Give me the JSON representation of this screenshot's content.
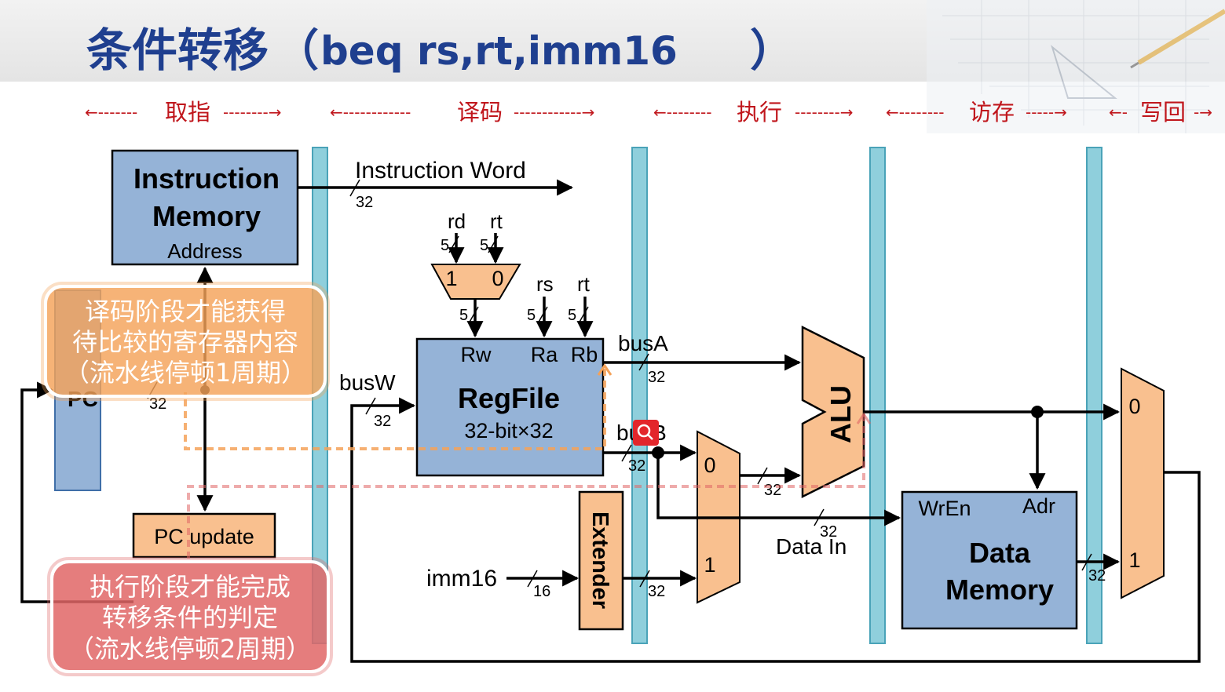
{
  "title": {
    "cn": "条件转移",
    "open": "（",
    "code": "beq rs,rt,imm16",
    "close": "）"
  },
  "stages": [
    {
      "label": "取指",
      "left_arrow": "←-------",
      "right_arrow": "--------→"
    },
    {
      "label": "译码",
      "left_arrow": "←------------",
      "right_arrow": "------------→"
    },
    {
      "label": "执行",
      "left_arrow": "←--------",
      "right_arrow": "--------→"
    },
    {
      "label": "访存",
      "left_arrow": "←--------",
      "right_arrow": "-----→"
    },
    {
      "label": "写回",
      "left_arrow": "←-",
      "right_arrow": "-→"
    }
  ],
  "blocks": {
    "imem": {
      "line1": "Instruction",
      "line2": "Memory",
      "address": "Address"
    },
    "pc": {
      "label": "PC"
    },
    "pc_update": {
      "label": "PC update"
    },
    "regfile": {
      "title": "RegFile",
      "size": "32-bit×32",
      "rw": "Rw",
      "ra": "Ra",
      "rb": "Rb"
    },
    "extender": {
      "label": "Extender"
    },
    "alu": {
      "label": "ALU"
    },
    "dmem": {
      "line1": "Data",
      "line2": "Memory",
      "wren": "WrEn",
      "adr": "Adr"
    },
    "mux_regdst": {
      "in1": "1",
      "in0": "0"
    },
    "mux_alusrc": {
      "in0": "0",
      "in1": "1"
    },
    "mux_memtoreg": {
      "in0": "0",
      "in1": "1"
    }
  },
  "signals": {
    "instruction_word": "Instruction Word",
    "rd": "rd",
    "rt": "rt",
    "rs": "rs",
    "rt2": "rt",
    "busA": "busA",
    "busB": "busB",
    "busW": "busW",
    "imm16": "imm16",
    "data_in": "Data In"
  },
  "widths": {
    "w32": "32",
    "w5": "5",
    "w16": "16"
  },
  "callouts": {
    "decode": {
      "line1": "译码阶段才能获得",
      "line2": "待比较的寄存器内容",
      "line3": "（流水线停顿1周期）"
    },
    "execute": {
      "line1": "执行阶段才能完成",
      "line2": "转移条件的判定",
      "line3": "（流水线停顿2周期）"
    }
  },
  "colors": {
    "title": "#1f3f8f",
    "stage_label": "#c0161c",
    "block_blue": "#95b3d7",
    "pipeline_reg": "#8fcfdc",
    "mux_orange": "#f9c08f",
    "callout_orange": "#f4a259",
    "callout_red": "#e06666"
  }
}
